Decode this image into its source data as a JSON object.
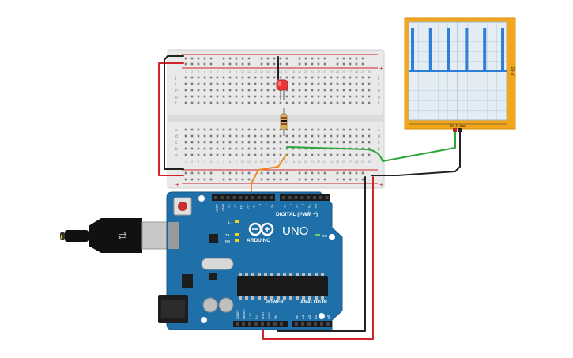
{
  "breadboard": {
    "rail_plus": "+",
    "rail_minus": "−",
    "row_letters_top": [
      "j",
      "i",
      "h",
      "g",
      "f"
    ],
    "row_letters_bottom": [
      "e",
      "d",
      "c",
      "b",
      "a"
    ],
    "column_count": 30
  },
  "oscilloscope": {
    "time_label": "10.0 ms",
    "volt_label": "10 V",
    "pulse_level": 0.5,
    "pulse_count": 6
  },
  "arduino": {
    "brand": "ARDUINO",
    "model": "UNO",
    "digital_label": "DIGITAL (PWM ~)",
    "power_label": "POWER",
    "analog_label": "ANALOG IN",
    "on_label": "ON",
    "tx_label": "TX",
    "rx_label": "RX",
    "l_label": "L",
    "digital_pins": [
      "AREF",
      "GND",
      "13",
      "12",
      "~11",
      "~10",
      "~9",
      "8",
      "7",
      "~6",
      "~5",
      "4",
      "~3",
      "2",
      "TX→1",
      "RX←0"
    ],
    "power_pins": [
      "IOREF",
      "RESET",
      "3.3V",
      "5V",
      "GND",
      "GND",
      "Vin"
    ],
    "analog_pins": [
      "A0",
      "A1",
      "A2",
      "A3",
      "A4",
      "A5"
    ]
  },
  "colors": {
    "board_blue": "#1f6fa8",
    "wire_red": "#d0232a",
    "wire_black": "#222222",
    "wire_green": "#2aa63a",
    "wire_orange": "#f08a1c",
    "scope_frame": "#f2a61a",
    "trace_blue": "#2d7fd8",
    "led_red": "#e8363a"
  }
}
